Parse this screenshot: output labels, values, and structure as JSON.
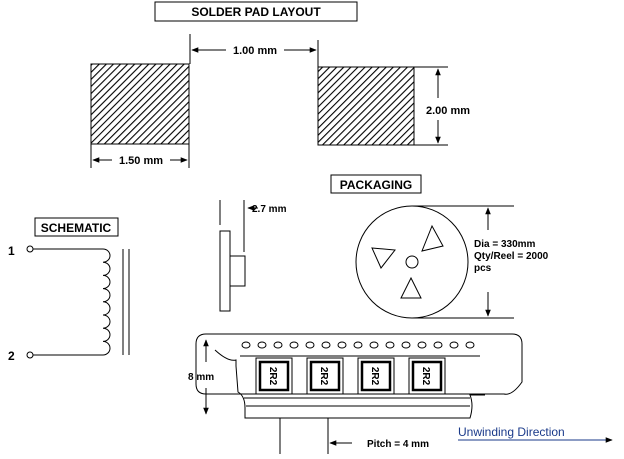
{
  "titles": {
    "solder_pad_layout": "SOLDER PAD LAYOUT",
    "packaging": "PACKAGING",
    "schematic": "SCHEMATIC"
  },
  "pad": {
    "gap_label": "1.00 mm",
    "height_label": "2.00 mm",
    "width_label": "1.50 mm"
  },
  "schematic": {
    "pin1": "1",
    "pin2": "2"
  },
  "packaging": {
    "thickness_label": "2.7 mm",
    "reel_dia": "Dia = 330mm",
    "reel_qty": "Qty/Reel = 2000",
    "reel_qty_unit": "pcs",
    "tape_width_label": "8 mm",
    "pitch_label": "Pitch = 4 mm",
    "unwinding": "Unwinding Direction",
    "part_marking": "2R2"
  }
}
